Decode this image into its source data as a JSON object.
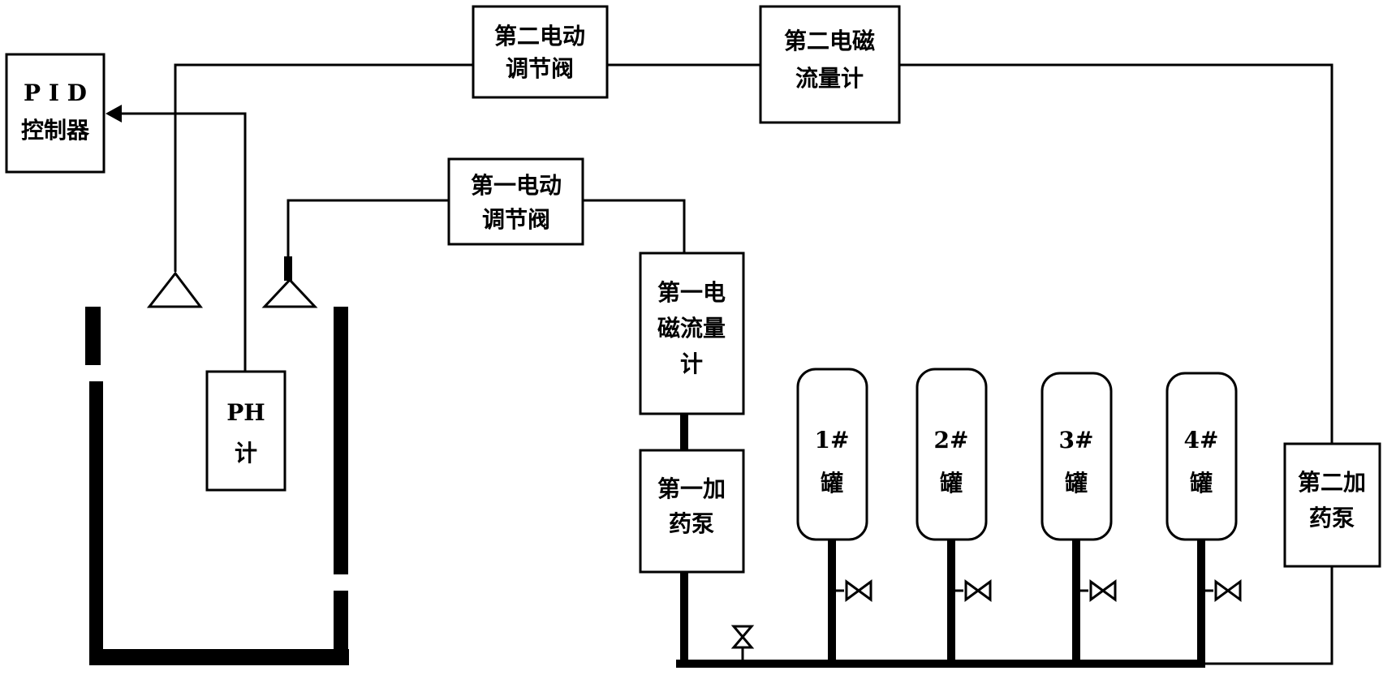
{
  "boxes": {
    "pid": [
      "P I D",
      "控制器"
    ],
    "valve2": [
      "第二电动",
      "调节阀"
    ],
    "flow2": [
      "第二电磁",
      "流量计"
    ],
    "valve1": [
      "第一电动",
      "调节阀"
    ],
    "flow1": [
      "第一电",
      "磁流量",
      "计"
    ],
    "pump1": [
      "第一加",
      "药泵"
    ],
    "ph": [
      "PH",
      "计"
    ],
    "pump2": [
      "第二加",
      "药泵"
    ]
  },
  "tanks": [
    [
      "1#",
      "罐"
    ],
    [
      "2#",
      "罐"
    ],
    [
      "3#",
      "罐"
    ],
    [
      "4#",
      "罐"
    ]
  ],
  "colors": {
    "line": "#000000",
    "background": "#ffffff"
  }
}
